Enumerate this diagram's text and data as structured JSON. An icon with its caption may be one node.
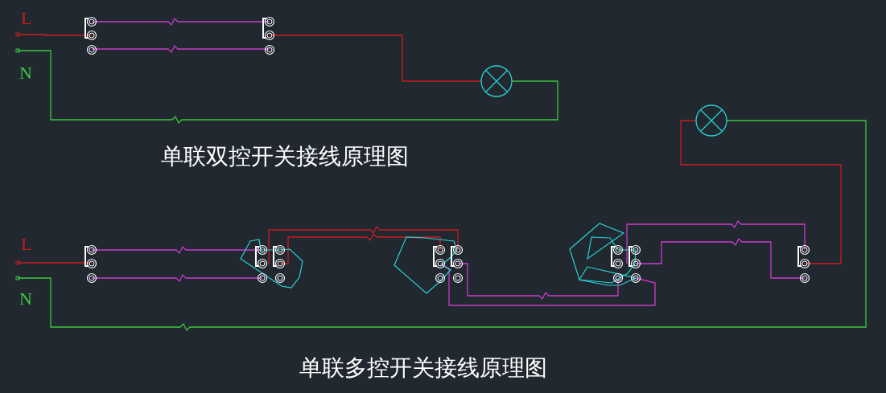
{
  "diagram": {
    "labels": [
      "L",
      "N",
      "单联双控开关接线原理图",
      "L",
      "N",
      "单联多控开关接线原理图"
    ]
  }
}
